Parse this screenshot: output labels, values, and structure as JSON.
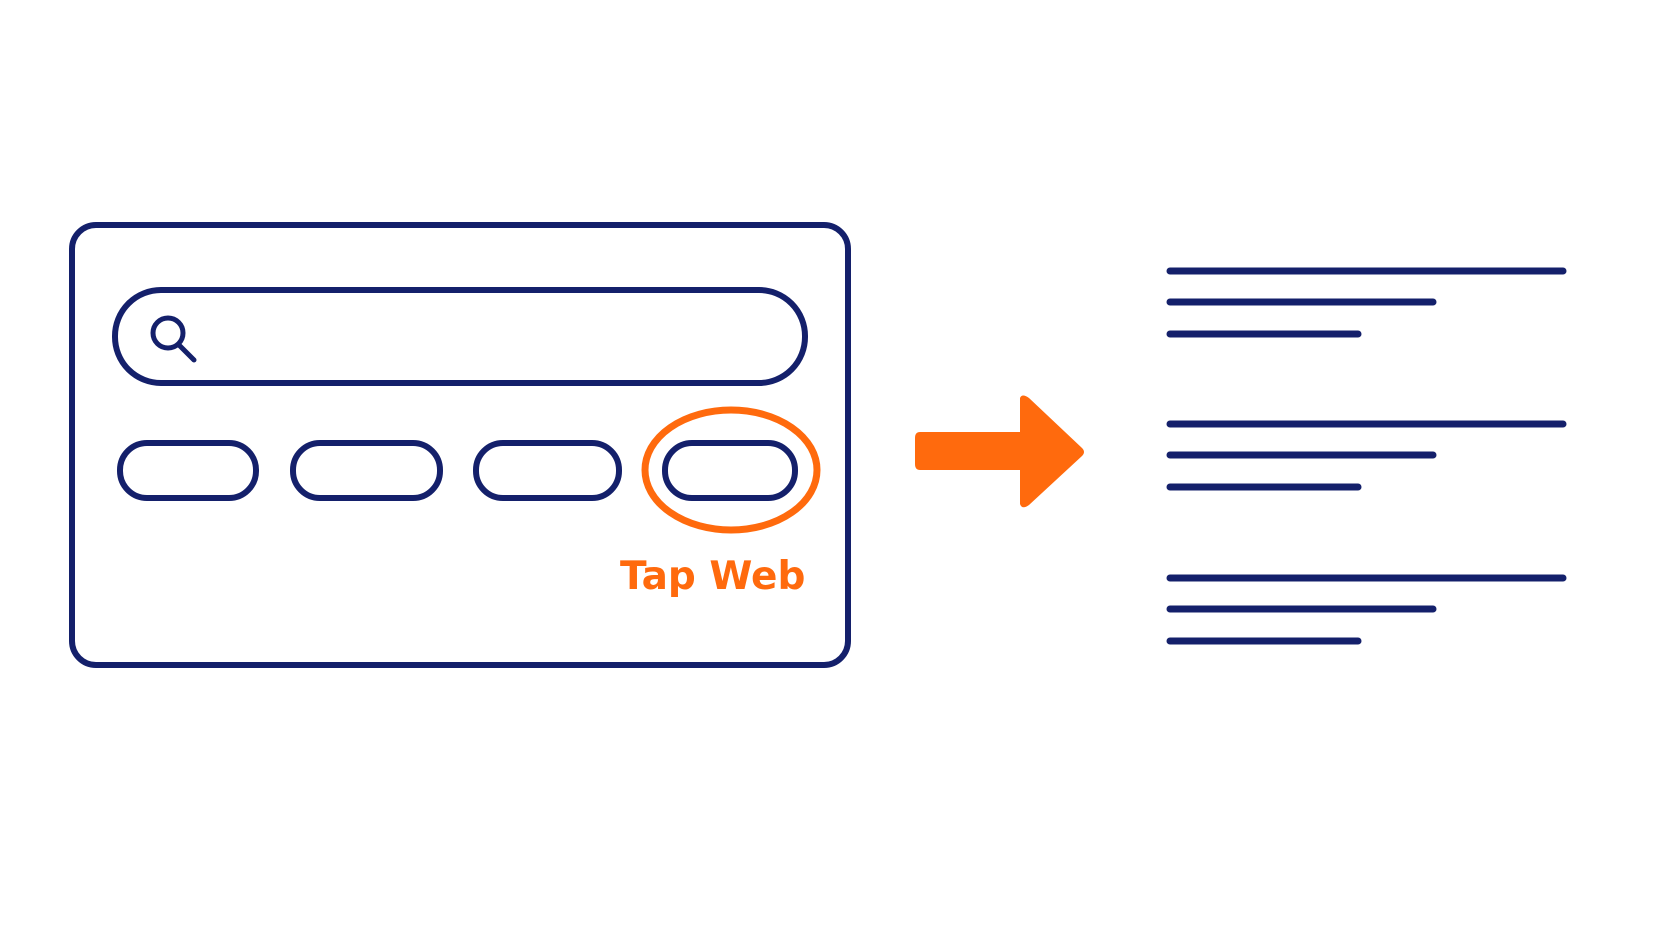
{
  "hint": {
    "label": "Tap Web",
    "accent_color": "#ff6a0d"
  },
  "colors": {
    "outline": "#14206b",
    "accent": "#ff6a0d",
    "background": "#ffffff"
  },
  "icons": {
    "search": "search-icon",
    "arrow": "arrow-right-icon"
  },
  "results": {
    "groups": 3,
    "lines_per_group": 3
  }
}
